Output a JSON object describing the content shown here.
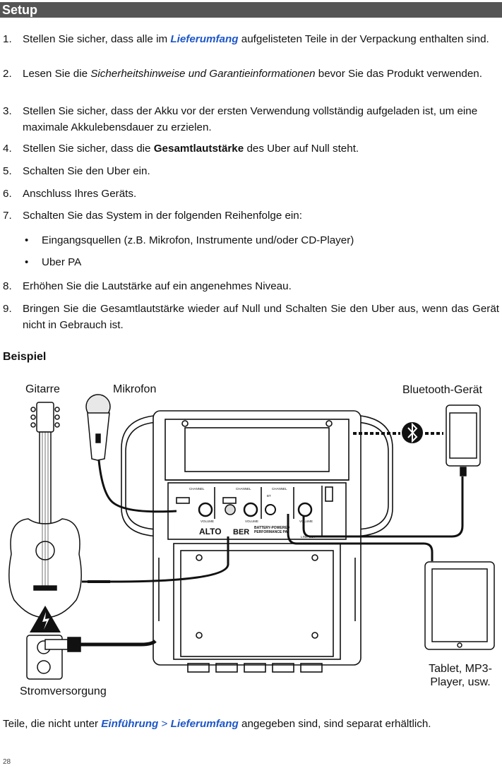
{
  "header": {
    "title": "Setup"
  },
  "steps": [
    {
      "num": "1.",
      "pre": "Stellen Sie sicher, dass alle im ",
      "link": "Lieferumfang",
      "post": " aufgelisteten Teile in der Verpackung enthalten sind."
    },
    {
      "num": "2.",
      "pre": "Lesen Sie die ",
      "ital": "Sicherheitshinweise und Garantieinformationen",
      "post": " bevor Sie das Produkt verwenden."
    },
    {
      "num": "3.",
      "text": "Stellen Sie sicher, dass der Akku vor der ersten Verwendung vollständig aufgeladen ist, um eine maximale Akkulebensdauer zu erzielen."
    },
    {
      "num": "4.",
      "pre": "Stellen Sie sicher, dass die ",
      "bold": "Gesamtlautstärke",
      "post": " des Uber auf Null steht."
    },
    {
      "num": "5.",
      "text": "Schalten Sie den Uber ein."
    },
    {
      "num": "6.",
      "text": "Anschluss Ihres Geräts."
    },
    {
      "num": "7.",
      "text": "Schalten Sie das System in der folgenden Reihenfolge ein:"
    },
    {
      "num": "8.",
      "text": "Erhöhen Sie die Lautstärke auf ein angenehmes Niveau."
    },
    {
      "num": "9.",
      "text": "Bringen Sie die Gesamtlautstärke wieder auf Null und Schalten Sie den Uber aus, wenn das Gerät nicht in Gebrauch ist."
    }
  ],
  "bullets": [
    "Eingangsquellen (z.B. Mikrofon, Instrumente und/oder CD-Player)",
    "Uber PA"
  ],
  "example": {
    "heading": "Beispiel",
    "labels": {
      "guitar": "Gitarre",
      "mic": "Mikrofon",
      "bluetooth": "Bluetooth-Gerät",
      "tablet": "Tablet, MP3-Player, usw.",
      "power": "Stromversorgung"
    },
    "device": {
      "brand": "ALTO",
      "model": "BER",
      "subtitle_1": "BATTERY-POWERED",
      "subtitle_2": "PERFORMANCE PA",
      "channel_label": "CHANNEL",
      "volume_label": "VOLUME",
      "line_out": "LINE OUT",
      "bt_label": "BT"
    }
  },
  "footer": {
    "pre": "Teile, die nicht unter ",
    "link1": "Einführung",
    "sep": " > ",
    "link2": "Lieferumfang",
    "post": " angegeben sind, sind separat erhältlich."
  },
  "page_number": "28"
}
